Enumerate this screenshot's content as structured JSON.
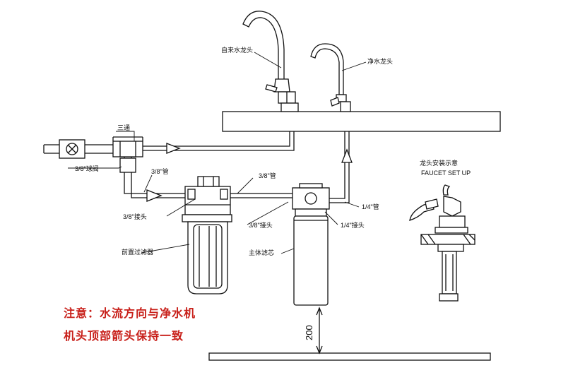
{
  "labels": {
    "tap_faucet": "自来水龙头",
    "pure_faucet": "净水龙头",
    "tee": "三通",
    "ball_valve": "3/8\"球阀",
    "pipe_38_a": "3/8\"管",
    "pipe_38_b": "3/8\"管",
    "fitting_38_a": "3/8\"接头",
    "fitting_38_b": "3/8\"接头",
    "pipe_14": "1/4\"管",
    "fitting_14": "1/4\"接头",
    "pre_filter": "前置过滤器",
    "main_filter": "主体滤芯",
    "faucet_setup_cn": "龙头安装示意",
    "faucet_setup_en": "FAUCET SET UP",
    "dimension": "200"
  },
  "note": {
    "line1": "注意：水流方向与净水机",
    "line2": "机头顶部箭头保持一致"
  },
  "colors": {
    "line": "#111111",
    "note": "#c8201a"
  }
}
